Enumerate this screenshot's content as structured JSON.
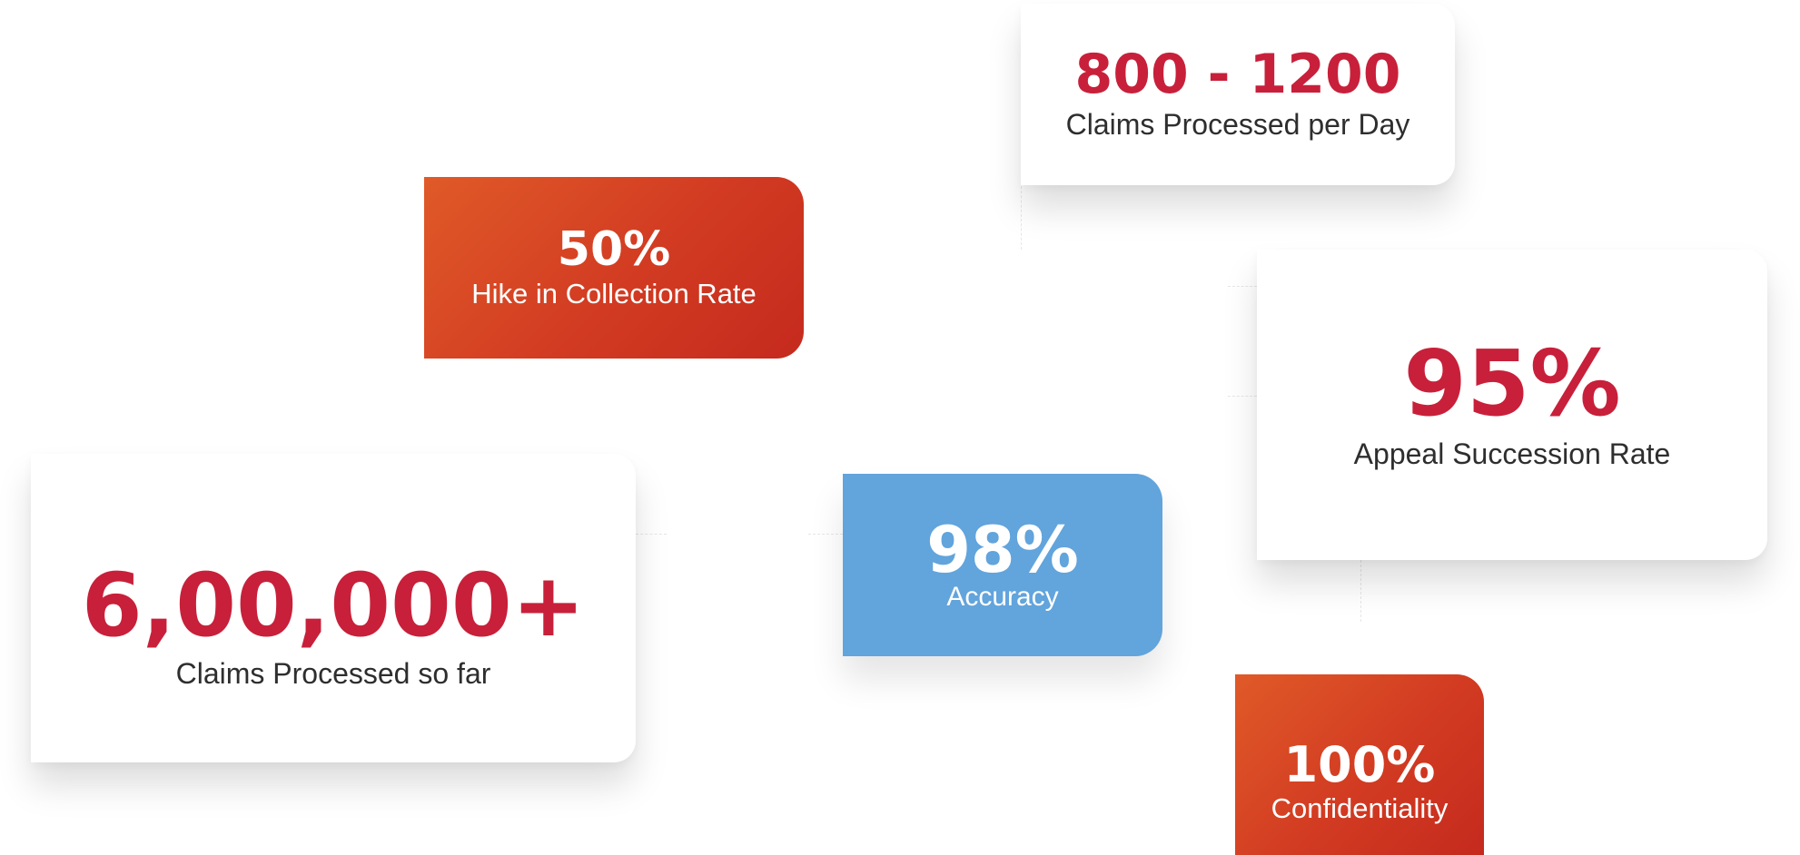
{
  "stats": [
    {
      "value": "800 - 1200",
      "label": "Claims Processed per Day"
    },
    {
      "value": "50%",
      "label": "Hike in Collection Rate"
    },
    {
      "value": "95%",
      "label": "Appeal Succession Rate"
    },
    {
      "value": "6,00,000+",
      "label": "Claims Processed so far"
    },
    {
      "value": "98%",
      "label": "Accuracy"
    },
    {
      "value": "100%",
      "label": "Confidentiality"
    }
  ],
  "colors": {
    "accent_red": "#c8203a",
    "orange_start": "#e05a28",
    "orange_end": "#c52a1d",
    "blue": "#62a4dc",
    "text_dark": "#2e2e2e"
  }
}
